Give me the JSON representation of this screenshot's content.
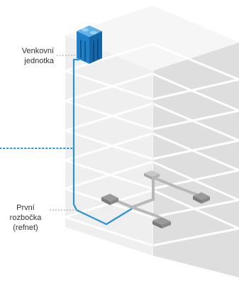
{
  "labels": {
    "outdoor_unit_line1": "Venkovní",
    "outdoor_unit_line2": "jednotka",
    "refnet_line1": "První",
    "refnet_line2": "rozbočka",
    "refnet_line3": "(refnet)"
  },
  "colors": {
    "pipe": "#2a93d5",
    "unit_blue": "#1f7fc7",
    "building_left": "#ececec",
    "building_right": "#dcdcdc",
    "floor_line": "#ffffff",
    "indoor_unit": "#9a9a9a",
    "leader_line": "#b0b0b0"
  }
}
